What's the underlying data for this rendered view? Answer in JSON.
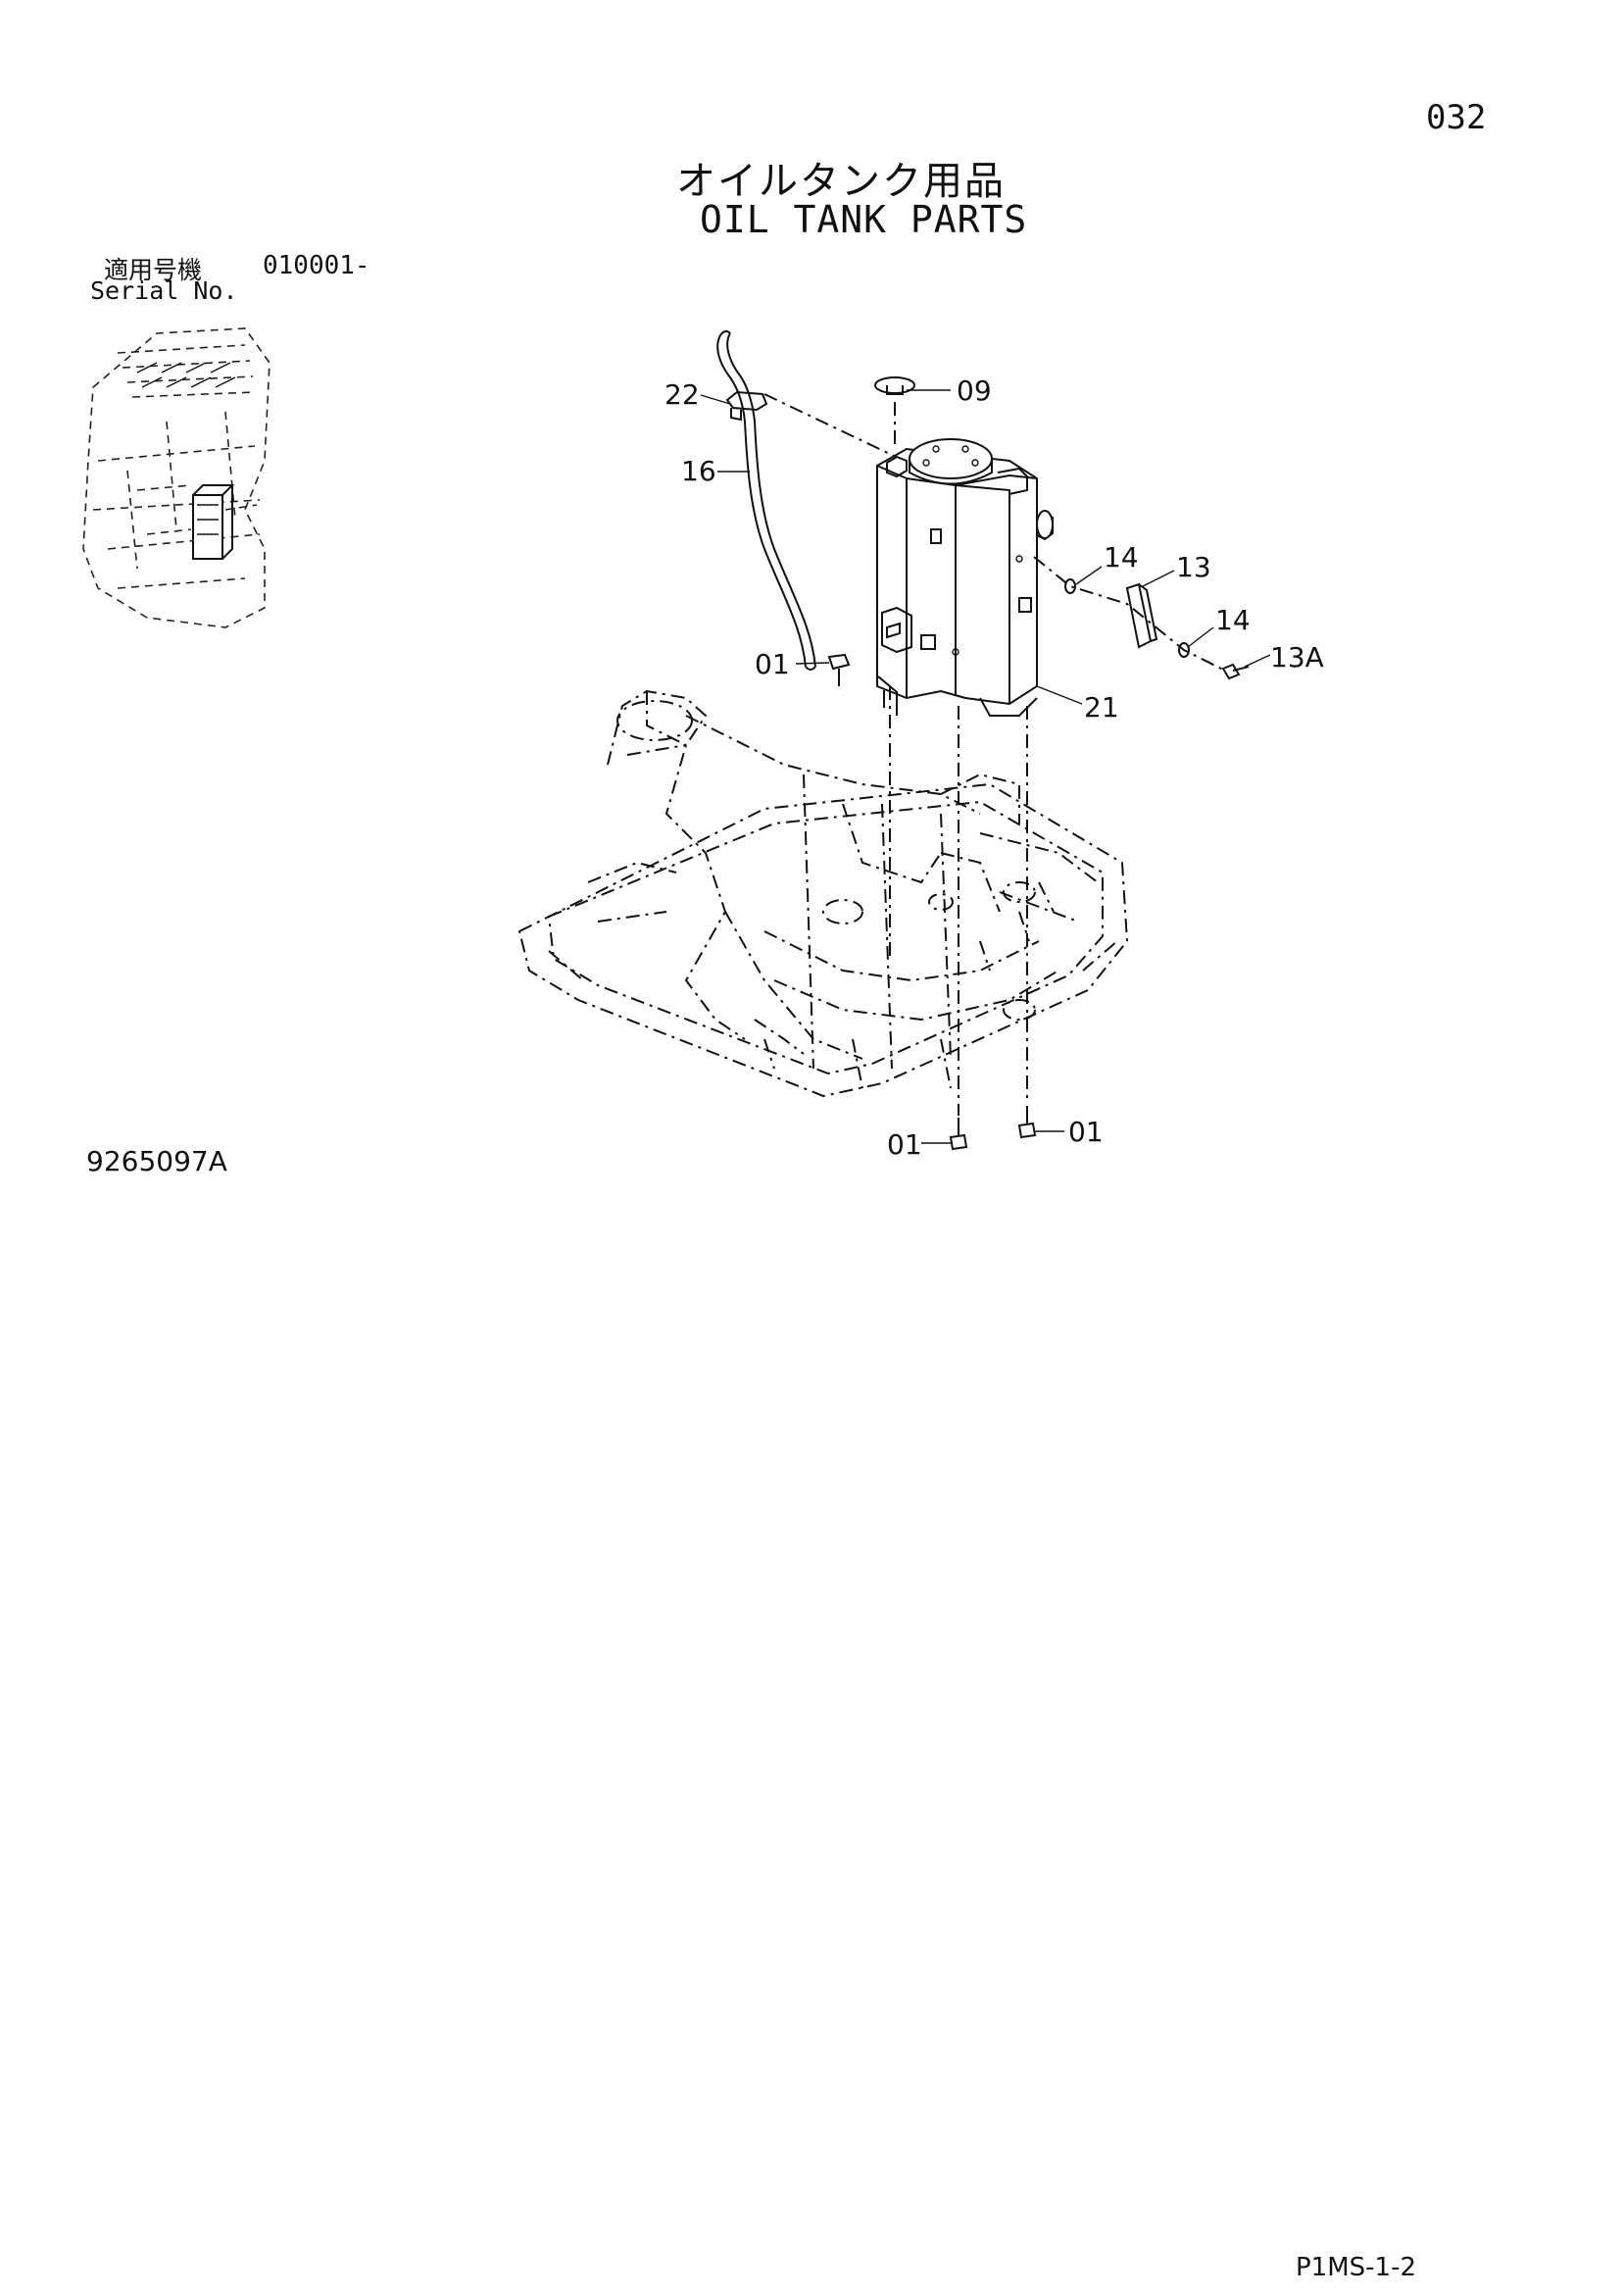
{
  "header": {
    "page_number": "032",
    "title_ja": "オイルタンク用品",
    "title_en": "OIL TANK PARTS"
  },
  "serial": {
    "label_ja": "適用号機",
    "value": "010001-",
    "label_en": "Serial No."
  },
  "callouts": {
    "c22": "22",
    "c09": "09",
    "c16": "16",
    "c14a": "14",
    "c13": "13",
    "c14b": "14",
    "c13a": "13A",
    "c01a": "01",
    "c21": "21",
    "c01b": "01",
    "c01c": "01"
  },
  "footer": {
    "drawing_number": "9265097A",
    "code": "P1MS-1-2"
  }
}
